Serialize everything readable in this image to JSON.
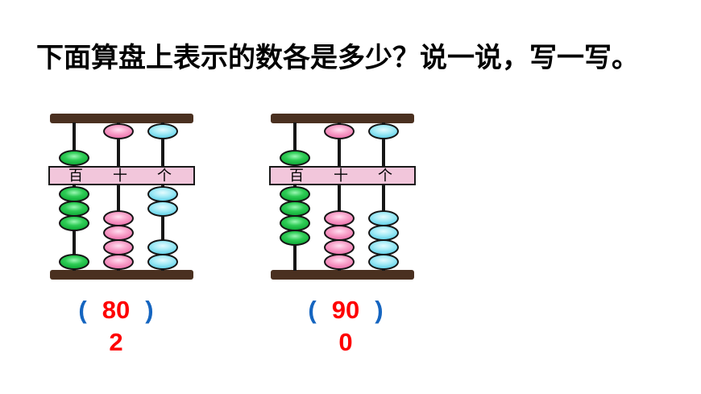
{
  "slide": {
    "title": "下面算盘上表示的数各是多少？说一说，写一写。",
    "background": "#FFFFFF"
  },
  "colors": {
    "frame_brown": "#4A3020",
    "rod_black": "#161616",
    "beam_pink": "#F2C6DB",
    "bead_green": "#2ECC55",
    "bead_pink": "#F8A3CA",
    "bead_cyan": "#A5EBF6",
    "answer_paren_blue": "#1565C0",
    "answer_digit_red": "#FE0000",
    "title_black": "#000000"
  },
  "abacuses": [
    {
      "name": "left-abacus",
      "column_labels": [
        "百",
        "十",
        "个"
      ],
      "rods": [
        {
          "place_label": "百",
          "bead_color": "green",
          "upper_bead_position": "at-beam",
          "lower_beads_at_beam": 3,
          "lower_beads_at_bottom": 1
        },
        {
          "place_label": "十",
          "bead_color": "pink",
          "upper_bead_position": "at-top",
          "lower_beads_at_beam": 0,
          "lower_beads_at_bottom": 4
        },
        {
          "place_label": "个",
          "bead_color": "cyan",
          "upper_bead_position": "at-top",
          "lower_beads_at_beam": 2,
          "lower_beads_at_bottom": 2
        }
      ],
      "answer": {
        "open_paren": "(",
        "top_digits": "80",
        "close_paren": ")",
        "bottom_digit": "2"
      }
    },
    {
      "name": "right-abacus",
      "column_labels": [
        "百",
        "十",
        "个"
      ],
      "rods": [
        {
          "place_label": "百",
          "bead_color": "green",
          "upper_bead_position": "at-beam",
          "lower_beads_at_beam": 4,
          "lower_beads_at_bottom": 0
        },
        {
          "place_label": "十",
          "bead_color": "pink",
          "upper_bead_position": "at-top",
          "lower_beads_at_beam": 0,
          "lower_beads_at_bottom": 4
        },
        {
          "place_label": "个",
          "bead_color": "cyan",
          "upper_bead_position": "at-top",
          "lower_beads_at_beam": 0,
          "lower_beads_at_bottom": 4
        }
      ],
      "answer": {
        "open_paren": "(",
        "top_digits": "90",
        "close_paren": ")",
        "bottom_digit": "0"
      }
    }
  ]
}
